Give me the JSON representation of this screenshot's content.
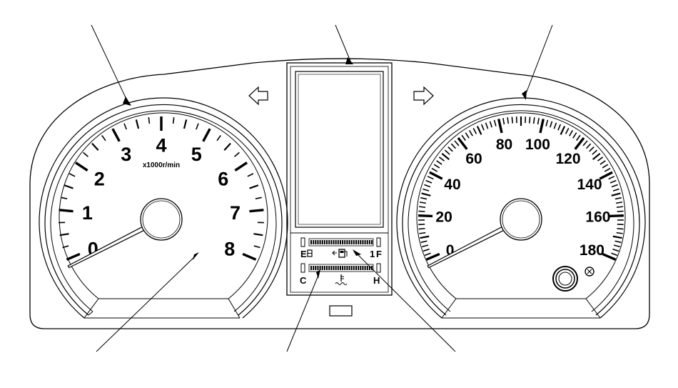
{
  "tachometer": {
    "unit_label": "x1000r/min",
    "scale": [
      "0",
      "1",
      "2",
      "3",
      "4",
      "5",
      "6",
      "7",
      "8"
    ],
    "needle_value": 0
  },
  "speedometer": {
    "scale": [
      "0",
      "20",
      "40",
      "60",
      "80",
      "100",
      "120",
      "140",
      "160",
      "180"
    ],
    "needle_value": 0
  },
  "fuel_gauge": {
    "empty_label": "E",
    "full_label": "F",
    "half_label": "1"
  },
  "temp_gauge": {
    "cold_label": "C",
    "hot_label": "H"
  },
  "icons": {
    "left_turn": "left-arrow-icon",
    "right_turn": "right-arrow-icon",
    "fuel": "fuel-pump-icon",
    "coolant": "coolant-temp-icon",
    "trip_reset": "trip-reset-knob-icon"
  },
  "colors": {
    "line": "#000000",
    "background": "#ffffff"
  }
}
